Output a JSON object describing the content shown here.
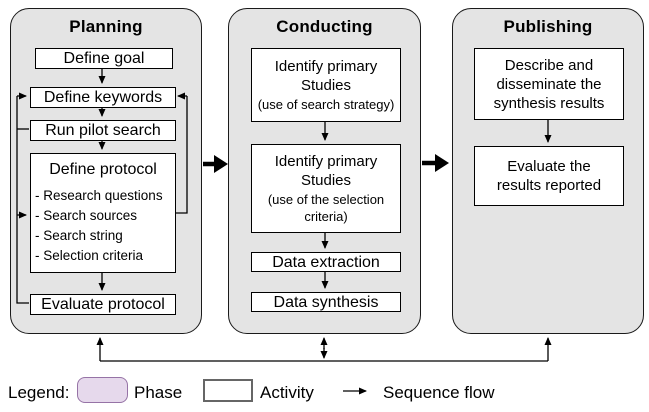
{
  "colors": {
    "phase_fill": "#e4e4e4",
    "phase_border": "#1a1a1a",
    "activity_fill": "#ffffff",
    "activity_border": "#000000",
    "connector": "#000000",
    "legend_phase_fill": "#e6d9ec",
    "legend_phase_border": "#9673a6",
    "legend_activity_border": "#666666"
  },
  "diagram": {
    "phases": [
      {
        "title": "Planning",
        "activities": [
          {
            "label": "Define goal"
          },
          {
            "label": "Define keywords"
          },
          {
            "label": "Run pilot search"
          },
          {
            "label": "Define protocol",
            "items": [
              "- Research questions",
              "- Search sources",
              "- Search string",
              "- Selection criteria"
            ]
          },
          {
            "label": "Evaluate protocol"
          }
        ]
      },
      {
        "title": "Conducting",
        "activities": [
          {
            "label": "Identify primary Studies",
            "note": "(use of search strategy)"
          },
          {
            "label": "Identify primary Studies",
            "note": "(use of the selection criteria)"
          },
          {
            "label": "Data extraction"
          },
          {
            "label": "Data synthesis"
          }
        ]
      },
      {
        "title": "Publishing",
        "activities": [
          {
            "label": "Describe and disseminate the synthesis results"
          },
          {
            "label": "Evaluate the results reported"
          }
        ]
      }
    ]
  },
  "legend": {
    "label": "Legend:",
    "phase_label": "Phase",
    "activity_label": "Activity",
    "flow_label": "Sequence flow"
  }
}
